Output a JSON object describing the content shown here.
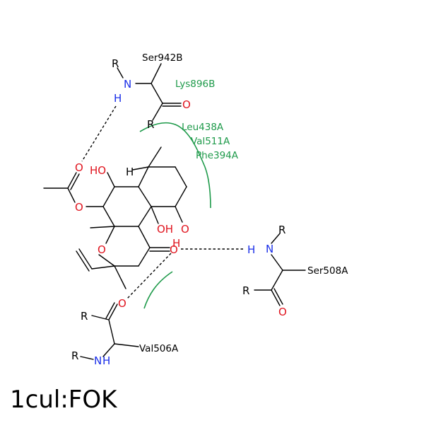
{
  "pdb_code": "1cul:FOK",
  "residues": {
    "ser942b": "Ser942B",
    "lys896b": "Lys896B",
    "leu438a": "Leu438A",
    "val511a": "Val511A",
    "phe394a": "Phe394A",
    "ser508a": "Ser508A",
    "val506a": "Val506A"
  },
  "atoms": {
    "r": "R",
    "n": "N",
    "h": "H",
    "o": "O",
    "oh": "OH",
    "ho": "HO"
  },
  "colors": {
    "carbon": "#000000",
    "oxygen": "#e0141e",
    "nitrogen": "#1a2ee8",
    "hydrophobic": "#1e9a4a"
  }
}
